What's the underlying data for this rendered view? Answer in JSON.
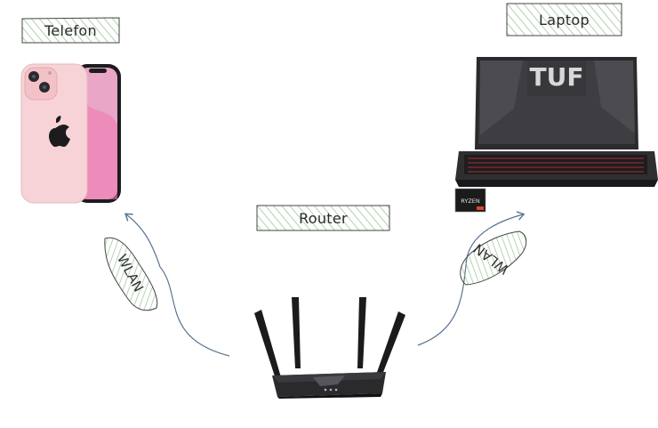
{
  "nodes": {
    "telefon": "Telefon",
    "laptop": "Laptop",
    "router": "Router"
  },
  "edges": {
    "left_label": "WLAN",
    "right_label": "WLAN"
  },
  "laptop_brand": "TUF",
  "laptop_cpu_badge": "RYZEN",
  "colors": {
    "label_fill": "#8fbf8a",
    "arrow_stroke": "#5a7590",
    "phone_pink": "#f6c9cf",
    "laptop_dark": "#2b2b2d",
    "keyboard_red": "#c0303a"
  }
}
